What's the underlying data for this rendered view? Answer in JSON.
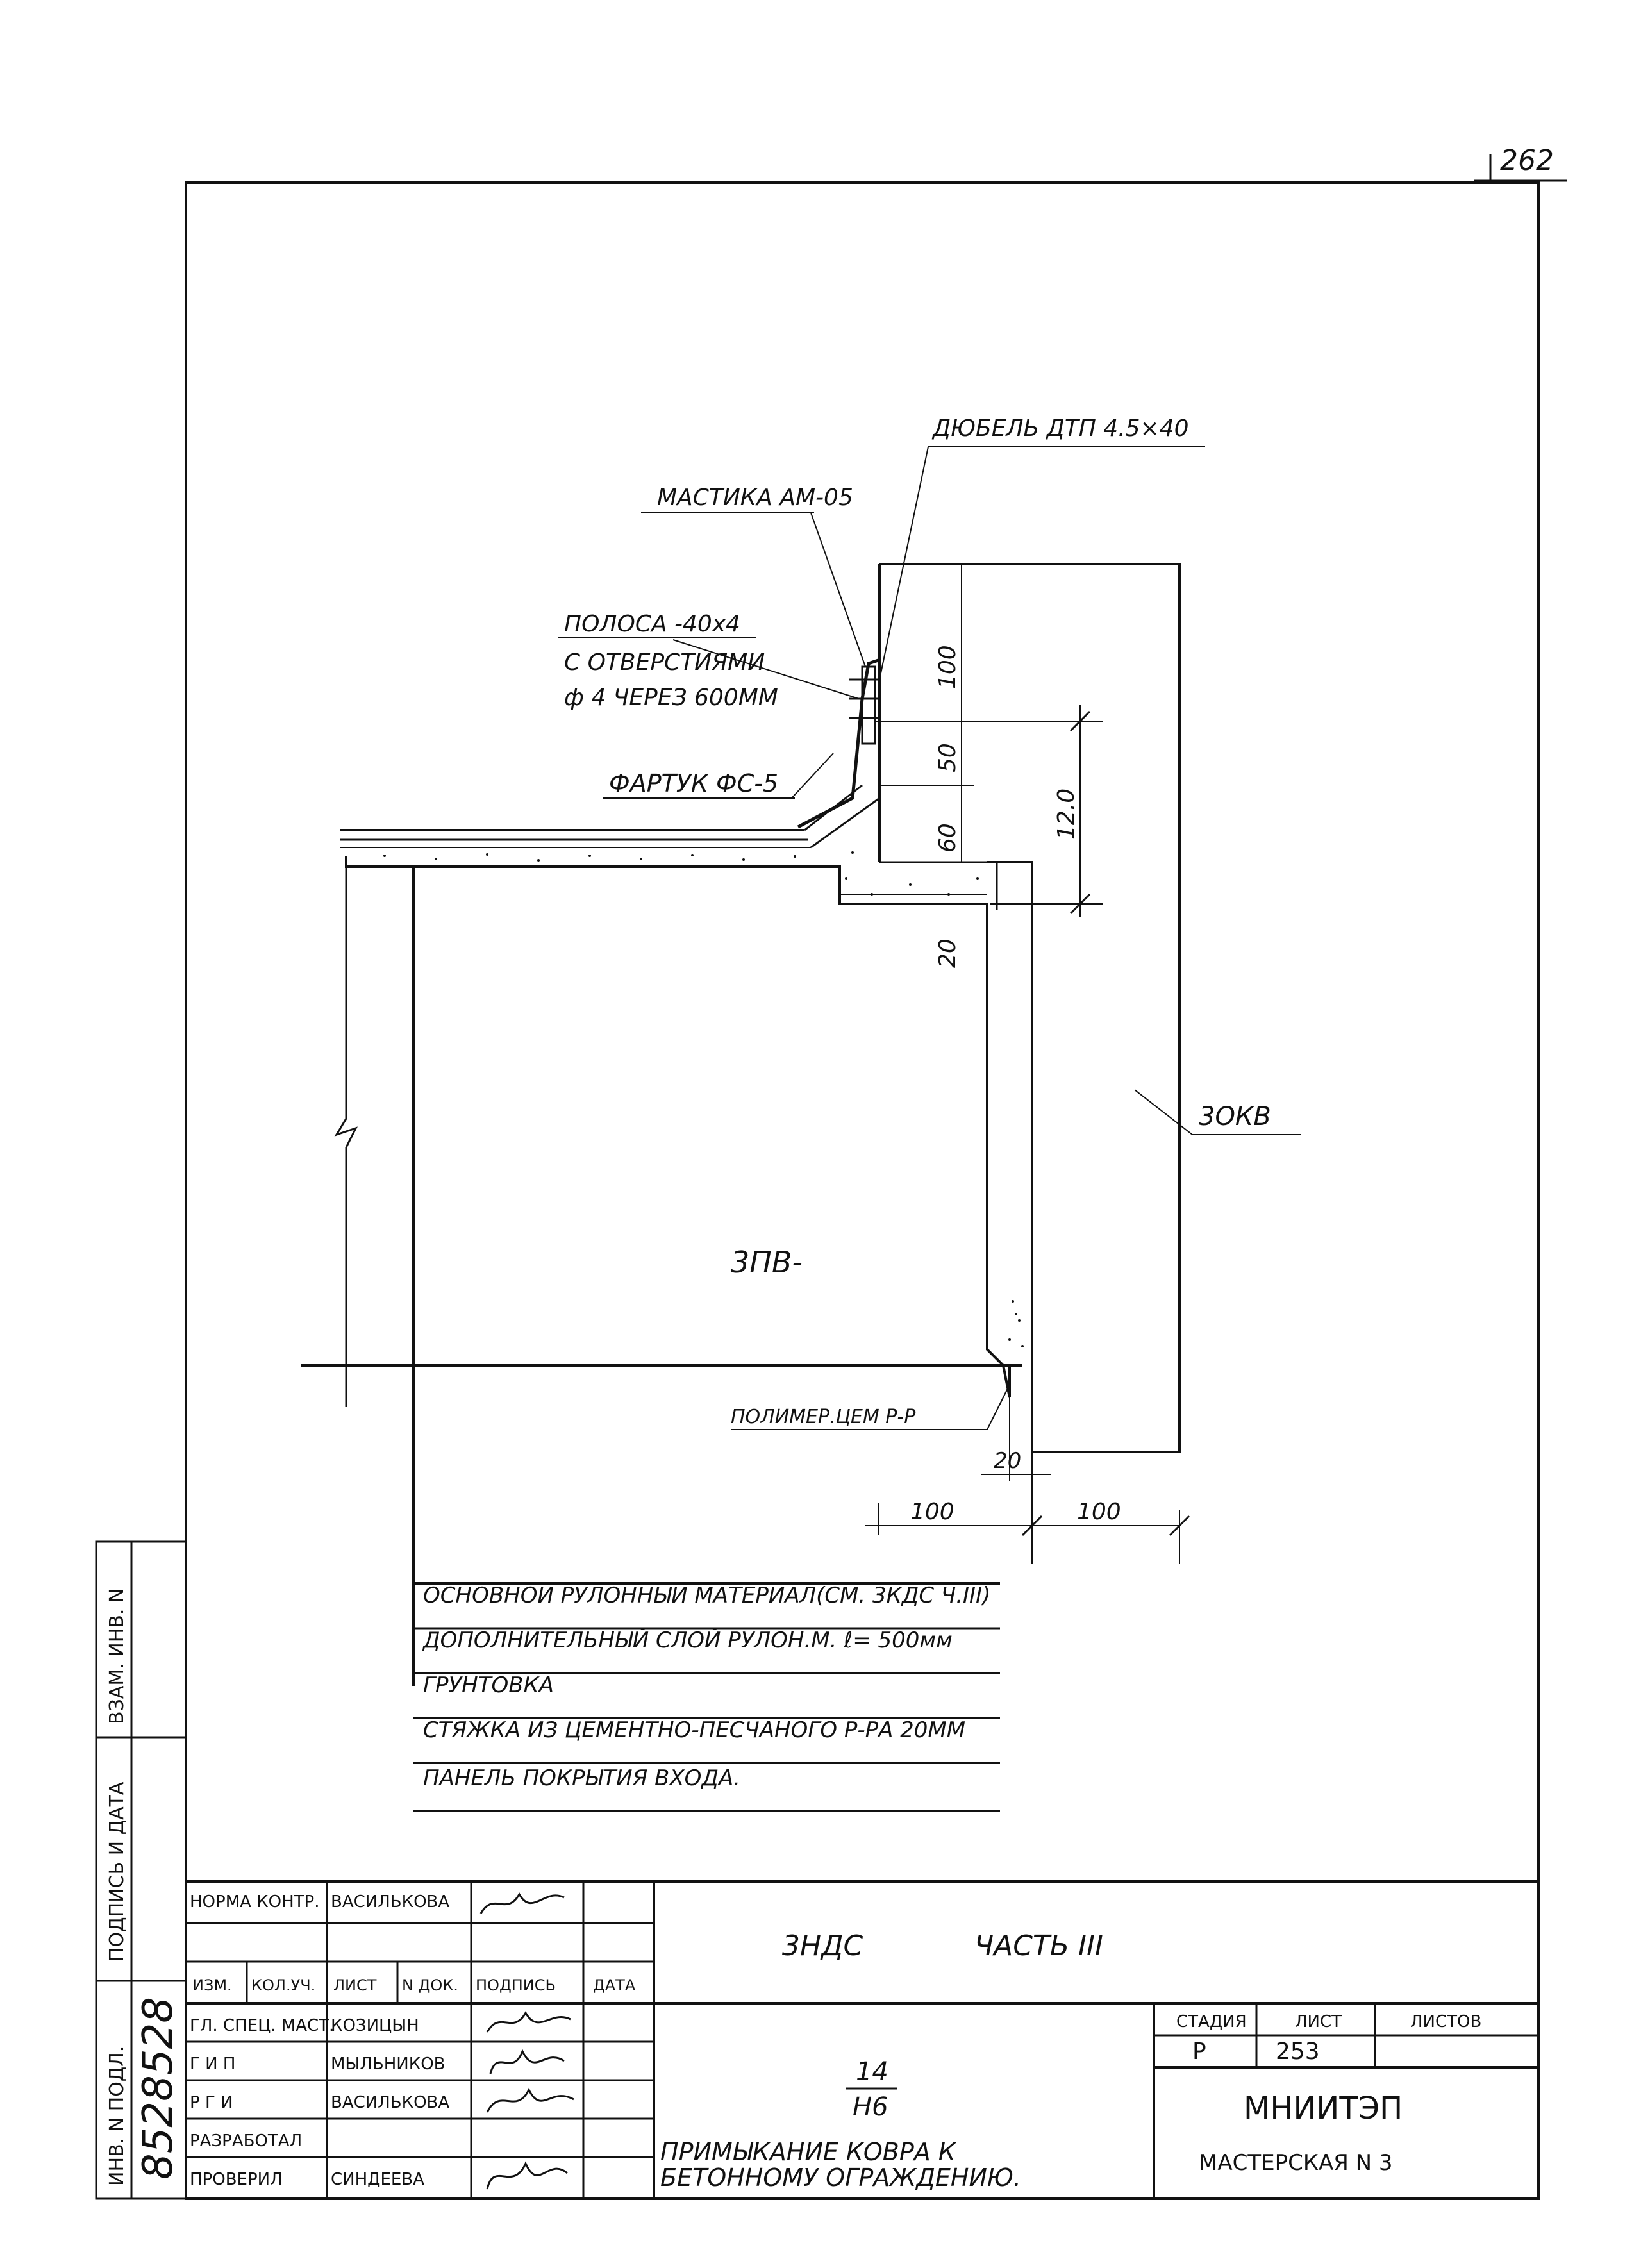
{
  "page": {
    "number": "262"
  },
  "drawing": {
    "labels": {
      "dowel": "ДЮБЕЛЬ ДТП 4.5×40",
      "mastic": "МАСТИКА АМ-05",
      "strip_line1": "ПОЛОСА -40х4",
      "strip_line2": "С ОТВЕРСТИЯМИ",
      "strip_line3": "ф 4 ЧЕРЕЗ 600ММ",
      "apron": "ФАРТУК ФС-5",
      "wall_panel": "3ОКВ",
      "roof_panel": "3ПВ-",
      "mortar": "ПОЛИМЕР.ЦЕМ Р-Р"
    },
    "dimensions": {
      "d100_top": "100",
      "d50": "50",
      "d60": "60",
      "d120": "12.0",
      "d20_left": "20",
      "d20_bottom": "20",
      "d100_left": "100",
      "d100_right": "100"
    },
    "layers": [
      "ОСНОВНОЙ РУЛОННЫЙ МАТЕРИАЛ(СМ. 3КДС Ч.III)",
      "ДОПОЛНИТЕЛЬНЫЙ СЛОЙ РУЛОН.М.   ℓ= 500мм",
      "ГРУНТОВКА",
      "СТЯЖКА ИЗ ЦЕМЕНТНО-ПЕСЧАНОГО Р-РА 20ММ",
      "ПАНЕЛЬ ПОКРЫТИЯ ВХОДА."
    ]
  },
  "margin_stamp": {
    "vzam_inv": "ВЗАМ. ИНВ. N",
    "podpis_data": "ПОДПИСЬ И ДАТА",
    "inv_podl": "ИНВ. N ПОДЛ.",
    "inv_number": "8528528"
  },
  "title_block": {
    "norm_control_label": "НОРМА КОНТР.",
    "norm_control_name": "ВАСИЛЬКОВА",
    "headers": [
      "ИЗМ.",
      "КОЛ.УЧ.",
      "ЛИСТ",
      "N ДОК.",
      "ПОДПИСЬ",
      "ДАТА"
    ],
    "rows": [
      {
        "role": "ГЛ. СПЕЦ. МАСТ.",
        "name": "КОЗИЦЫН"
      },
      {
        "role": "Г И П",
        "name": "МЫЛЬНИКОВ"
      },
      {
        "role": "Р Г И",
        "name": "ВАСИЛЬКОВА"
      },
      {
        "role": "РАЗРАБОТАЛ",
        "name": ""
      },
      {
        "role": "ПРОВЕРИЛ",
        "name": "СИНДЕЕВА"
      }
    ],
    "project": "3НДС",
    "part": "ЧАСТЬ  III",
    "node_num": "14",
    "node_den": "Н6",
    "title_line1": "ПРИМЫКАНИЕ КОВРА К",
    "title_line2": "БЕТОННОМУ ОГРАЖДЕНИЮ.",
    "stage_label": "СТАДИЯ",
    "sheet_label": "ЛИСТ",
    "sheets_label": "ЛИСТОВ",
    "stage": "Р",
    "sheet": "253",
    "sheets": "",
    "org": "МНИИТЭП",
    "workshop": "МАСТЕРСКАЯ N 3"
  }
}
